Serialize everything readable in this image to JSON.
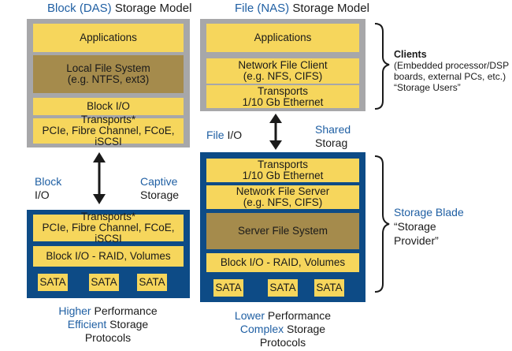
{
  "das": {
    "title_kw": "Block (DAS)",
    "title_rest": " Storage Model",
    "applications": "Applications",
    "local_fs_line1": "Local File System",
    "local_fs_line2": "(e.g. NTFS, ext3)",
    "block_io": "Block I/O",
    "transports_line1": "Transports*",
    "transports_line2": "PCIe, Fibre Channel, FCoE, iSCSI"
  },
  "nas": {
    "title_kw": "File (NAS)",
    "title_rest": " Storage Model",
    "applications": "Applications",
    "nfc_line1": "Network File Client",
    "nfc_line2": "(e.g. NFS, CIFS)",
    "transports_line1": "Transports",
    "transports_line2": "1/10 Gb Ethernet"
  },
  "das_storage": {
    "transports_line1": "Transports*",
    "transports_line2": "PCIe, Fibre Channel, FCoE, iSCSI",
    "raid": "Block I/O - RAID, Volumes",
    "sata": [
      "SATA",
      "SATA",
      "SATA"
    ]
  },
  "nas_storage": {
    "transports_line1": "Transports",
    "transports_line2": "1/10 Gb Ethernet",
    "nfs_line1": "Network File Server",
    "nfs_line2": "(e.g. NFS, CIFS)",
    "server_fs": "Server File System",
    "raid": "Block I/O - RAID, Volumes",
    "sata": [
      "SATA",
      "SATA",
      "SATA"
    ]
  },
  "labels": {
    "block_kw": "Block",
    "block_io": "I/O",
    "captive_kw": "Captive",
    "captive_rest": "Storage",
    "file_kw": "File",
    "file_rest": " I/O",
    "shared_kw": "Shared",
    "shared_rest": "Storag"
  },
  "clients": {
    "heading": "Clients",
    "line1": "(Embedded processor/DSP",
    "line2": "boards, external PCs, etc.)",
    "line3": "“Storage Users”"
  },
  "blade": {
    "heading": "Storage Blade",
    "line1": "“Storage",
    "line2": "Provider”"
  },
  "bottom_left": {
    "l1_kw": "Higher",
    "l1_rest": " Performance",
    "l2_kw": "Efficient",
    "l2_rest": " Storage",
    "l3": "Protocols"
  },
  "bottom_right": {
    "l1_kw": "Lower",
    "l1_rest": " Performance",
    "l2_kw": "Complex",
    "l2_rest": " Storage",
    "l3": "Protocols"
  },
  "colors": {
    "panel_gray": "#a7a7a9",
    "panel_navy": "#0d4b86",
    "box_yellow": "#f6d65c",
    "box_dark": "#a58b4c",
    "keyword_blue": "#1f5fa3"
  }
}
